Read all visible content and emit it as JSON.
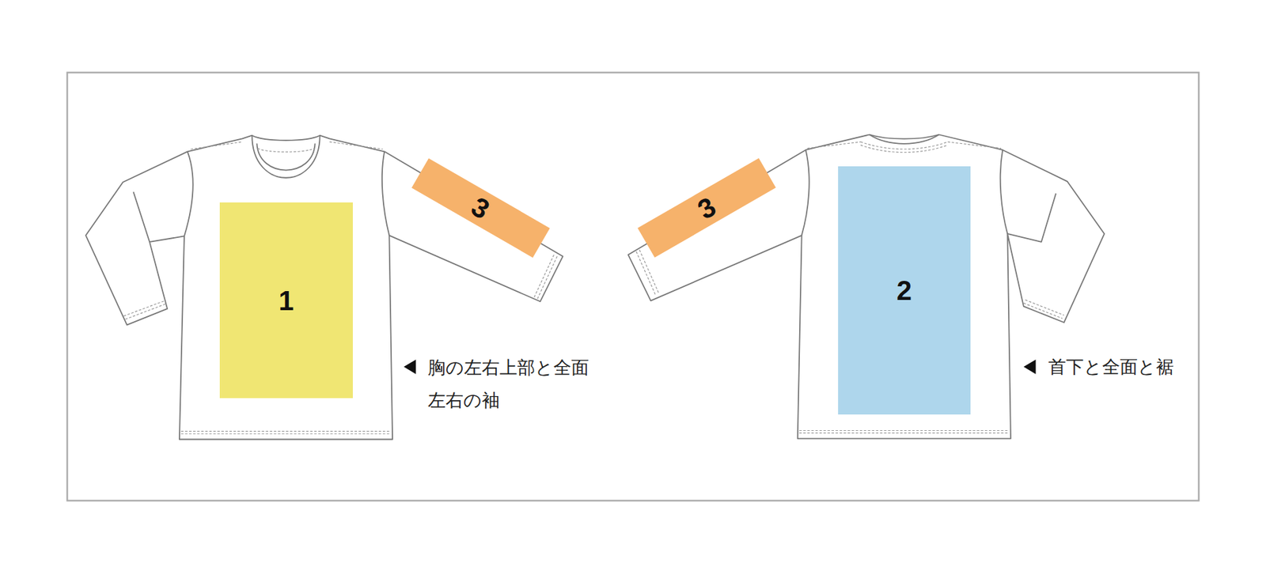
{
  "diagram": {
    "nodes": [
      {
        "text": [
          "1"
        ]
      },
      {
        "text": [
          "3"
        ]
      },
      {
        "text": [
          "3"
        ]
      },
      {
        "text": [
          "2"
        ]
      }
    ],
    "labels": [
      "胸の左右上部と全面",
      "左右の袖",
      "首下と全面と裾"
    ]
  }
}
